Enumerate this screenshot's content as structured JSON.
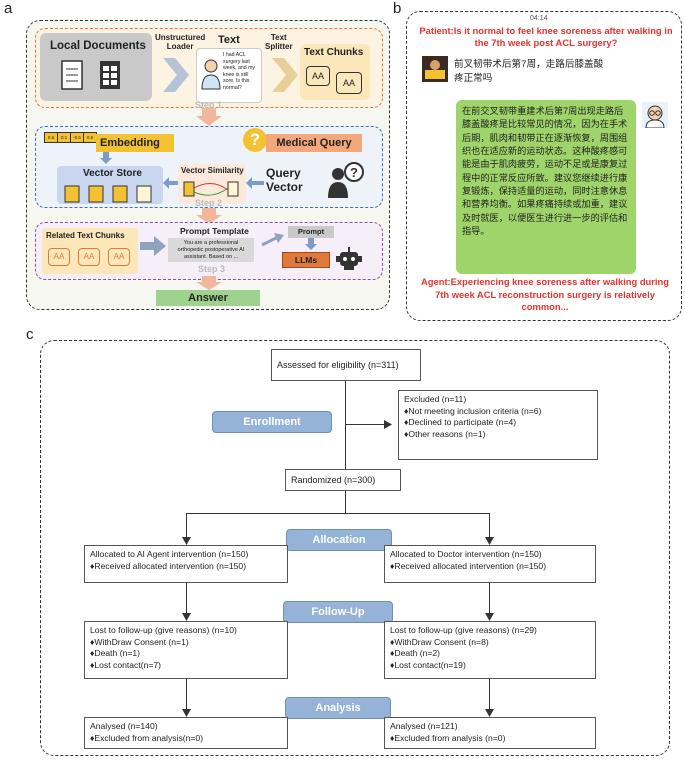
{
  "panels": {
    "a": "a",
    "b": "b",
    "c": "c"
  },
  "panel_a": {
    "local_documents": "Local Documents",
    "unstructured_loader": "Unstructured\nLoader",
    "text": "Text",
    "text_splitter": "Text\nSplitter",
    "text_chunks": "Text Chunks",
    "patient_note": "I had ACL surgery last week, and my knee is still sore. Is this normal?",
    "step1": "Step 1",
    "embedding": "Embedding",
    "medical_query": "Medical Query",
    "vector_store": "Vector Store",
    "vector_similarity": "Vector Similarity",
    "query_vector": "Query\nVector",
    "step2": "Step 2",
    "vec_values": [
      "0.6",
      "0.1",
      "-0.5",
      "0.6"
    ],
    "related_chunks": "Related Text Chunks",
    "prompt_template": "Prompt Template",
    "prompt_text": "You are a professional orthopedic postoperative AI assistant. Based on ...",
    "prompt": "Prompt",
    "llms": "LLMs",
    "step3": "Step 3",
    "answer": "Answer",
    "aa": "AA",
    "colors": {
      "step1_bg": "#fdf3e3",
      "step1_border": "#e07a3a",
      "step2_bg": "#eef3fa",
      "step2_border": "#3f6db5",
      "step3_bg": "#f6eef8",
      "step3_border": "#8b4fa8",
      "embedding": "#f2c233",
      "medical": "#f2a77c",
      "answer": "#9fd18f"
    }
  },
  "panel_b": {
    "time": "04:14",
    "patient_en": "Patient:Is it normal to feel knee soreness after walking in the 7th week post ACL surgery?",
    "patient_zh": "前叉韧带术后第7周，走路后膝盖酸疼正常吗",
    "agent_zh": "在前交叉韧带重建术后第7周出现走路后膝盖酸疼是比较常见的情况，因为在手术后期，肌肉和韧带正在逐渐恢复，周围组织也在适应新的运动状态。这种酸疼感可能是由于肌肉疲劳，运动不足或是康复过程中的正常反应所致。建议您继续进行康复锻炼，保持适量的运动，同时注意休息和营养均衡。如果疼痛持续或加重，建议及时就医，以便医生进行进一步的评估和指导。",
    "agent_en": "Agent:Experiencing knee soreness after walking during 7th week ACL reconstruction surgery is relatively common...",
    "colors": {
      "red": "#e8322d",
      "bubble": "#9ed46a"
    }
  },
  "panel_c": {
    "assessed": "Assessed for eligibility (n=311)",
    "excluded_title": "Excluded  (n=11)",
    "excluded_items": [
      "Not meeting inclusion criteria (n=6)",
      "Declined to participate (n=4)",
      "Other reasons (n=1)"
    ],
    "enrollment": "Enrollment",
    "randomized": "Randomized (n=300)",
    "allocation": "Allocation",
    "alloc_left_title": "Allocated to AI Agent intervention (n=150)",
    "alloc_left_item": "Received allocated intervention (n=150)",
    "alloc_right_title": "Allocated to Doctor intervention (n=150)",
    "alloc_right_item": "Received allocated intervention (n=150)",
    "followup": "Follow-Up",
    "fu_left_title": "Lost to follow-up (give reasons) (n=10)",
    "fu_left_items": [
      "WithDraw Consent (n=1)",
      "Death (n=1)",
      "Lost contact(n=7)"
    ],
    "fu_right_title": "Lost to follow-up (give reasons) (n=29)",
    "fu_right_items": [
      "WithDraw Consent (n=8)",
      "Death (n=2)",
      "Lost contact(n=19)"
    ],
    "analysis": "Analysis",
    "an_left_title": "Analysed  (n=140)",
    "an_left_item": "Excluded from analysis(n=0)",
    "an_right_title": "Analysed  (n=121)",
    "an_right_item": "Excluded from analysis (n=0)",
    "colors": {
      "stage": "#95b3d7"
    }
  }
}
